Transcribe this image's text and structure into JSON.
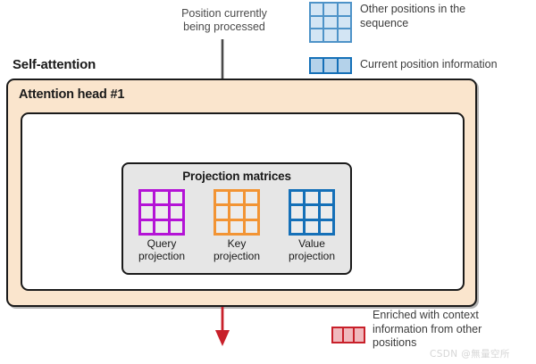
{
  "callout": {
    "text": "Position currently\nbeing processed",
    "arrow_color": "#4a4a4a"
  },
  "self_attention": {
    "label": "Self-attention"
  },
  "attention_head": {
    "title": "Attention head #1",
    "box_color": "#fae5cd",
    "border_color": "#1a1a1a"
  },
  "projection": {
    "title": "Projection matrices",
    "panel_color": "#e6e6e6",
    "matrices": [
      {
        "caption": "Query\nprojection",
        "color": "#b413d6",
        "name": "query-projection-matrix"
      },
      {
        "caption": "Key\nprojection",
        "color": "#f29434",
        "name": "key-projection-matrix"
      },
      {
        "caption": "Value\nprojection",
        "color": "#1570b8",
        "name": "value-projection-matrix"
      }
    ]
  },
  "output_arrow": {
    "color": "#c8202a"
  },
  "legend": {
    "other_positions": {
      "text": "Other positions in the\nsequence",
      "swatch_border": "#4e93c8",
      "swatch_fill": "#d3e5f4",
      "rows": 3,
      "cols": 3
    },
    "current_position": {
      "text": "Current position information",
      "swatch_border": "#1570b8",
      "swatch_fill": "#b4d2ea",
      "rows": 1,
      "cols": 3
    },
    "enriched": {
      "text": "Enriched with context\ninformation from other\npositions",
      "swatch_border": "#c8202a",
      "swatch_fill": "#f0b9bd",
      "rows": 1,
      "cols": 3
    }
  },
  "watermark": {
    "text": "CSDN @無量空所"
  }
}
